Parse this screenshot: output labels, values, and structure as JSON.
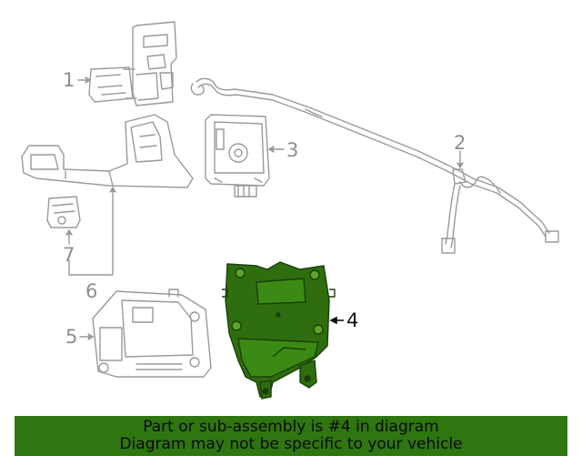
{
  "callouts": {
    "c1": "1",
    "c2": "2",
    "c3": "3",
    "c4": "4",
    "c5": "5",
    "c6": "6",
    "c7": "7"
  },
  "highlighted_part": "4",
  "colors": {
    "line": "#9a9a9a",
    "highlight_fill": "#2e6e0f",
    "highlight_stroke": "#1b3f08",
    "banner_bg": "#2f7510",
    "active_callout": "#111111"
  },
  "banner": {
    "line1": "Part or sub-assembly is #4 in diagram",
    "line2": "Diagram may not be specific to your vehicle"
  }
}
